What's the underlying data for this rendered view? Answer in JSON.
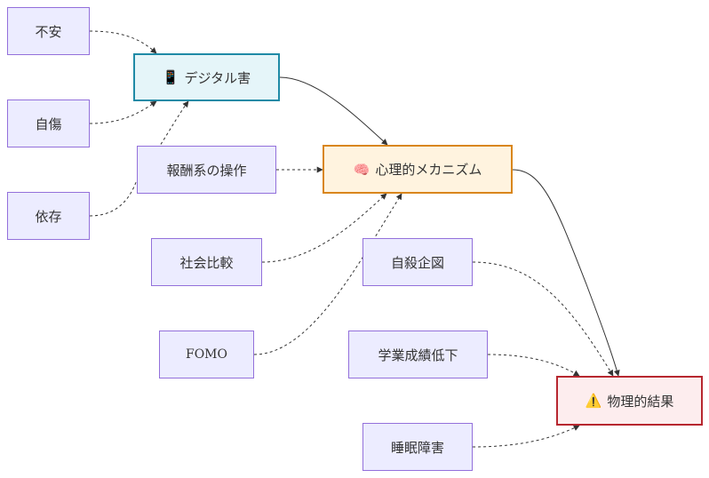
{
  "colors": {
    "default_fill": "#ECECFF",
    "default_stroke": "#9370DB",
    "digital_fill": "#E5F5F9",
    "digital_stroke": "#1F8AA6",
    "mental_fill": "#FFF3DF",
    "mental_stroke": "#D9861C",
    "physical_fill": "#FDEDEE",
    "physical_stroke": "#B7272F",
    "edge": "#333333"
  },
  "nodes": {
    "anxiety": {
      "label": "不安"
    },
    "self_harm": {
      "label": "自傷"
    },
    "addiction": {
      "label": "依存"
    },
    "digital_harm": {
      "icon": "📱",
      "icon_name": "phone-icon",
      "label": "デジタル害"
    },
    "reward_manipulation": {
      "label": "報酬系の操作"
    },
    "mental_mechanism": {
      "icon": "🧠",
      "icon_name": "brain-icon",
      "label": "心理的メカニズム"
    },
    "social_comparison": {
      "label": "社会比較"
    },
    "suicide_attempt": {
      "label": "自殺企図"
    },
    "fomo": {
      "label": "FOMO"
    },
    "academic_decline": {
      "label": "学業成績低下"
    },
    "physical_results": {
      "icon": "⚠️",
      "icon_name": "warning-icon",
      "label": "物理的結果"
    },
    "sleep_disorder": {
      "label": "睡眠障害"
    }
  },
  "edges": [
    {
      "from": "anxiety",
      "to": "digital_harm",
      "style": "dotted"
    },
    {
      "from": "self_harm",
      "to": "digital_harm",
      "style": "dotted"
    },
    {
      "from": "addiction",
      "to": "digital_harm",
      "style": "dotted"
    },
    {
      "from": "digital_harm",
      "to": "mental_mechanism",
      "style": "solid"
    },
    {
      "from": "reward_manipulation",
      "to": "mental_mechanism",
      "style": "dotted"
    },
    {
      "from": "social_comparison",
      "to": "mental_mechanism",
      "style": "dotted"
    },
    {
      "from": "fomo",
      "to": "mental_mechanism",
      "style": "dotted"
    },
    {
      "from": "mental_mechanism",
      "to": "physical_results",
      "style": "solid"
    },
    {
      "from": "suicide_attempt",
      "to": "physical_results",
      "style": "dotted"
    },
    {
      "from": "academic_decline",
      "to": "physical_results",
      "style": "dotted"
    },
    {
      "from": "sleep_disorder",
      "to": "physical_results",
      "style": "dotted"
    }
  ]
}
